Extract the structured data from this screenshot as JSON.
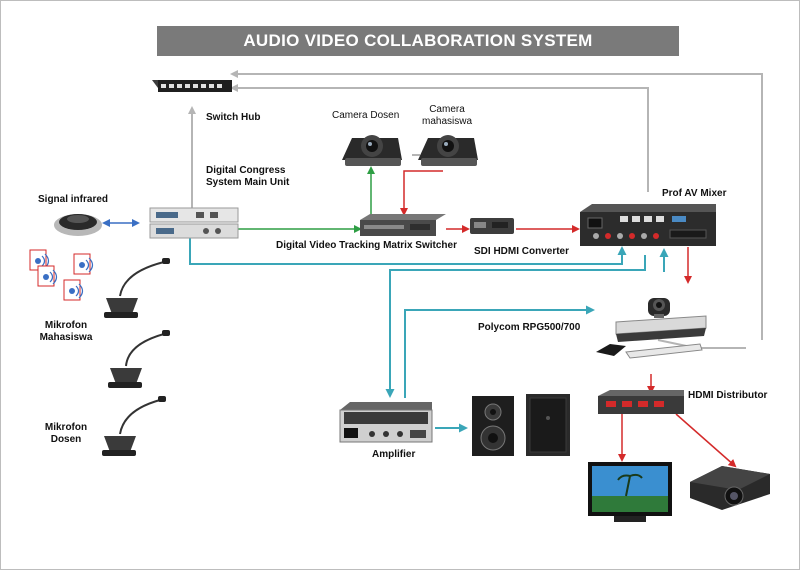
{
  "title": "AUDIO VIDEO COLLABORATION SYSTEM",
  "labels": {
    "switch_hub": "Switch Hub",
    "camera_dosen": "Camera Dosen",
    "camera_mahasiswa_1": "Camera",
    "camera_mahasiswa_2": "mahasiswa",
    "signal_infrared": "Signal infrared",
    "dcs_1": "Digital Congress",
    "dcs_2": "System Main Unit",
    "matrix_switcher": "Digital Video Tracking Matrix Switcher",
    "sdi_hdmi": "SDI HDMI Converter",
    "prof_av_mixer": "Prof AV Mixer",
    "mikrofon_mahasiswa_1": "Mikrofon",
    "mikrofon_mahasiswa_2": "Mahasiswa",
    "polycom": "Polycom RPG500/700",
    "mikrofon_dosen_1": "Mikrofon",
    "mikrofon_dosen_2": "Dosen",
    "hdmi_distributor": "HDMI Distributor",
    "amplifier": "Amplifier"
  },
  "colors": {
    "title_bg": "#7a7a7a",
    "green_line": "#2e9e44",
    "red_line": "#d42a2a",
    "teal_line": "#3aa6b8",
    "blue_line": "#3a6fc4",
    "gray_line": "#b5b5b5"
  }
}
